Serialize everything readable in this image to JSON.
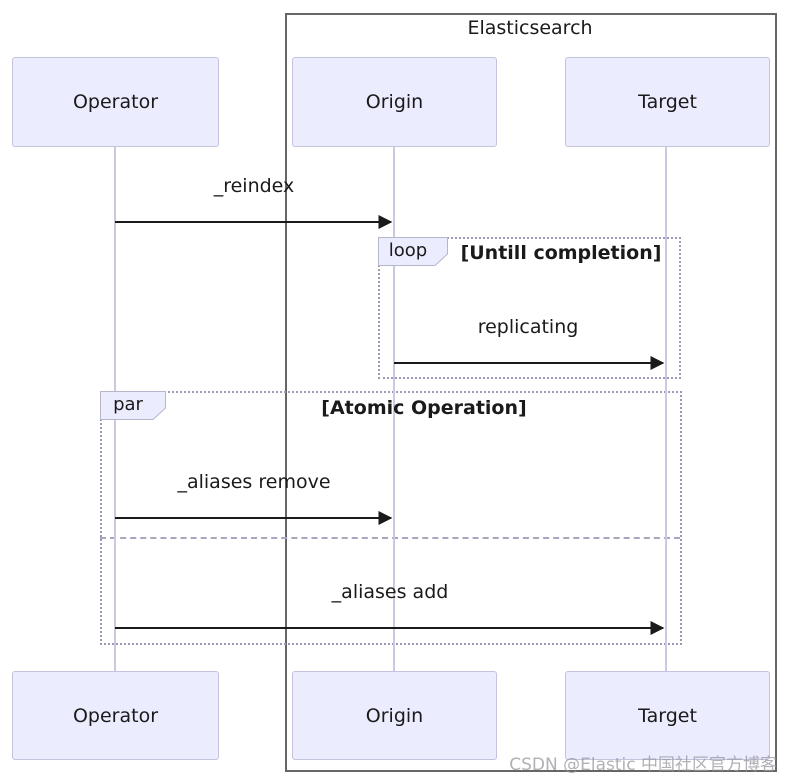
{
  "diagram": {
    "title": "Elasticsearch",
    "actors": {
      "operator": "Operator",
      "origin": "Origin",
      "target": "Target"
    },
    "messages": {
      "reindex": "_reindex",
      "replicating": "replicating",
      "aliases_remove": "_aliases remove",
      "aliases_add": "_aliases add"
    },
    "loop_block": {
      "tab": "loop",
      "condition": "[Untill completion]"
    },
    "par_block": {
      "tab": "par",
      "condition": "[Atomic Operation]"
    },
    "colors": {
      "actor_fill": "#ECECFF",
      "actor_border": "#C3C3DD",
      "lifeline": "#C9C9E0",
      "boundary_border": "#666666",
      "block_border": "#9A9AB8",
      "arrow": "#1A1A1A",
      "watermark_text_color": "#96969E"
    }
  },
  "watermark": "CSDN @Elastic 中国社区官方博客"
}
